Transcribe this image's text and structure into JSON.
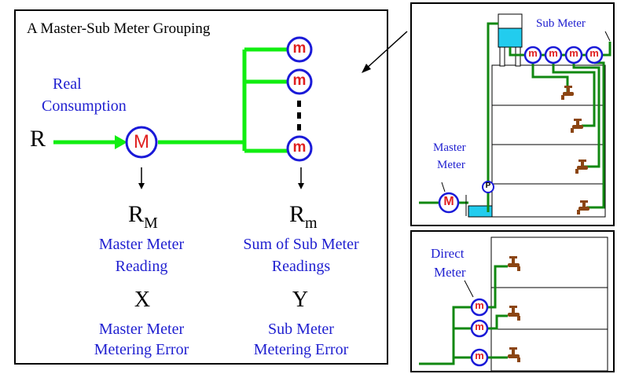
{
  "main": {
    "title": "A Master-Sub Meter Grouping",
    "real_label_line1": "Real",
    "real_label_line2": "Consumption",
    "r_symbol": "R",
    "master_meter_glyph": "M",
    "sub_meter_glyph": "m",
    "rm_symbol_base": "R",
    "rm_symbol_sub": "M",
    "rsub_symbol_base": "R",
    "rsub_symbol_sub": "m",
    "master_reading_line1": "Master Meter",
    "master_reading_line2": "Reading",
    "sub_reading_line1": "Sum of Sub Meter",
    "sub_reading_line2": "Readings",
    "x_symbol": "X",
    "y_symbol": "Y",
    "master_error_line1": "Master Meter",
    "master_error_line2": "Metering Error",
    "sub_error_line1": "Sub Meter",
    "sub_error_line2": "Metering Error"
  },
  "building": {
    "sub_meter_label": "Sub Meter",
    "master_meter_line1": "Master",
    "master_meter_line2": "Meter",
    "pump_glyph": "P",
    "master_meter_glyph": "M",
    "sub_meter_glyph": "m"
  },
  "direct": {
    "direct_meter_line1": "Direct",
    "direct_meter_line2": "Meter",
    "meter_glyph": "m"
  },
  "colors": {
    "pipe_green": "#11ee11",
    "pipe_dark_green": "#118811",
    "meter_blue": "#1a1ad8",
    "meter_red": "#e02020",
    "tank_cyan": "#22ccee",
    "faucet_brown": "#8b4513",
    "label_blue": "#1f1fd0"
  }
}
